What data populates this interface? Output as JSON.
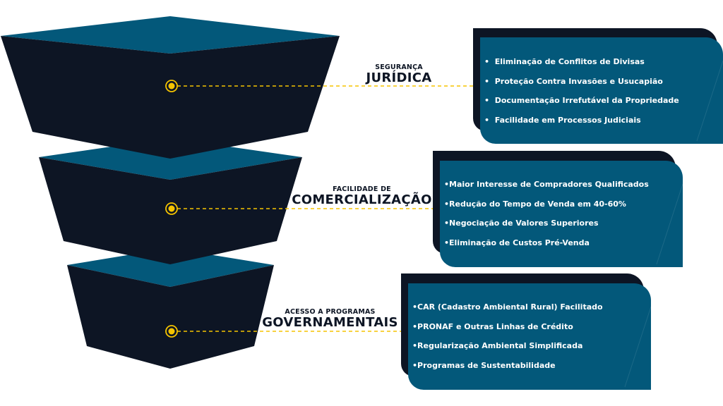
{
  "colors": {
    "funnel_body": "#0d1524",
    "funnel_top": "#03587a",
    "box_front": "#03587a",
    "box_back": "#0d1524",
    "accent": "#f5c400",
    "label_text": "#0d1524",
    "box_text": "#ffffff"
  },
  "stages": [
    {
      "label_small": "SEGURANÇA",
      "label_big": "JURÍDICA",
      "bullet": "•",
      "items": [
        "Eliminação de Conflitos de Divisas",
        "Proteção Contra Invasões e Usucapião",
        "Documentação Irrefutável da Propriedade",
        "Facilidade em Processos Judiciais"
      ]
    },
    {
      "label_small": "FACILIDADE DE",
      "label_big": "COMERCIALIZAÇÃO",
      "bullet": "•",
      "items": [
        "Maior Interesse de Compradores Qualificados",
        "Redução do Tempo de Venda em 40-60%",
        "Negociação de Valores Superiores",
        "Eliminação de Custos Pré-Venda"
      ]
    },
    {
      "label_small": "ACESSO A PROGRAMAS",
      "label_big": "GOVERNAMENTAIS",
      "bullet": "•",
      "items": [
        "CAR (Cadastro Ambiental Rural) Facilitado",
        "PRONAF e Outras Linhas de Crédito",
        "Regularização Ambiental Simplificada",
        "Programas de Sustentabilidade"
      ]
    }
  ]
}
